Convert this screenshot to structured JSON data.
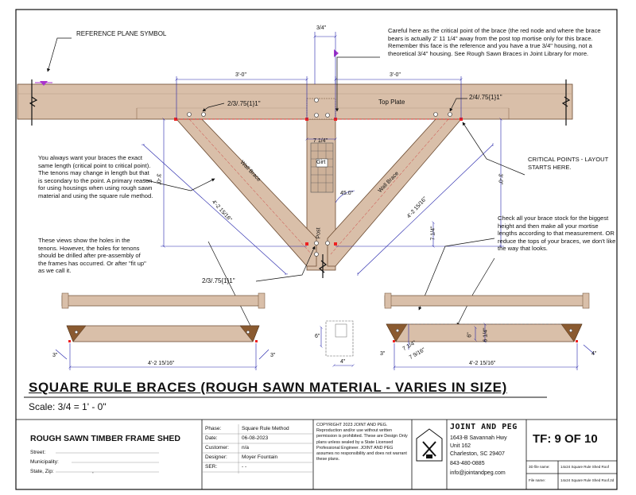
{
  "notes": {
    "reference_plane": "REFERENCE PLANE SYMBOL",
    "careful": "Careful here as the critical point of the brace (the red node and where the brace bears is actually 2' 11 1/4\" away from the post top mortise only for this brace. Remember this face is the reference and you have a true 3/4\" housing, not a theoretical 3/4\" housing.  See Rough Sawn Braces in Joint Library for more.",
    "same_length": "You always want your braces the exact same length (critical point to critical point).  The tenons may change in length but that is secondary to the point.  A primary reason for using housings when using rough sawn material and using the square rule method.",
    "critical_points": "CRITICAL POINTS - LAYOUT STARTS HERE.",
    "check_stock": "Check all your brace stock for the biggest height and then make all your mortise lengths according to that measurement.  OR reduce the tops of your braces, we don't like the way that looks.",
    "holes": "These views show the holes in the tenons.  However, the holes for tenons should be drilled after pre-assembly of the frames has occurred. Or after \"fit up\" as we call it."
  },
  "labels": {
    "top_plate": "Top Plate",
    "girt": "Girt",
    "post": "Post",
    "wall_brace_left": "Wall Brace",
    "wall_brace_right": "Wall Brace",
    "peg_left": "2/3/.75{1}1\"",
    "peg_right": "2/4/.75{1}1\"",
    "peg_bottom": "2/3/.75{1}1\""
  },
  "dimensions": {
    "three_quarter": "3/4\"",
    "span_left": "3'-0\"",
    "span_right": "3'-0\"",
    "height_left": "3'-0\"",
    "height_right": "3'-0\"",
    "girt_width": "7 1/4\"",
    "post_height": "7 1/4\"",
    "angle": "45.0°",
    "brace_len_left": "4'-2 15/16\"",
    "brace_len_right": "4'-2 15/16\"",
    "detail_len_left": "4'-2 15/16\"",
    "detail_len_right": "4'-2 15/16\"",
    "detail_3a": "3\"",
    "detail_3b": "3\"",
    "detail_3c": "3\"",
    "detail_4": "4\"",
    "section_6": "6\"",
    "section_4": "4\"",
    "d_7_1_4": "7 1/4\"",
    "d_7_9_16": "7 9/16\"",
    "d_6": "6\"",
    "d_6_1_4": "6 1/4\""
  },
  "sheet": {
    "title": "SQUARE RULE BRACES (ROUGH SAWN MATERIAL - VARIES IN SIZE)",
    "scale": "Scale: 3/4  =  1' - 0\""
  },
  "title_block": {
    "project": "ROUGH SAWN TIMBER FRAME SHED",
    "street_label": "Street:",
    "municipality_label": "Municipality:",
    "state_label": "State, Zip:",
    "state_value": ",",
    "phase_label": "Phase:",
    "phase_value": "Square Rule Method",
    "date_label": "Date:",
    "date_value": "06-08-2023",
    "customer_label": "Customer:",
    "customer_value": "n/a",
    "designer_label": "Designer:",
    "designer_value": "Moyer Fountain",
    "ser_label": "SER:",
    "ser_value": "- -",
    "copyright": "COPYRIGHT 2023  JOINT AND PEG. Reproduction and/or use without written permission is prohibited. These are Design Only plans unless sealed by a State Licensed Professional Engineer.  JOINT AND PEG assumes no responsibility and does not warrant these plans.",
    "company": "JOINT AND PEG",
    "address1": "1643-B Savannah Hwy",
    "address2": "Unit 162",
    "address3": "Charleston, SC 29407",
    "phone": "843-480-0885",
    "email": "info@jointandpeg.com",
    "sheet_no": "TF: 9 OF 10",
    "file_label_1": "3D file name:",
    "file_value_1": "14x24 Square Rule Shed Roof",
    "file_label_2": "File name:",
    "file_value_2": "14x24 Square Rule Shed Roof.2d"
  },
  "colors": {
    "timber": "#d9bfa9",
    "timber_end": "#8a5a30",
    "dimension": "#2222aa",
    "critical": "#ee2222",
    "symbol": "#aa33cc"
  }
}
